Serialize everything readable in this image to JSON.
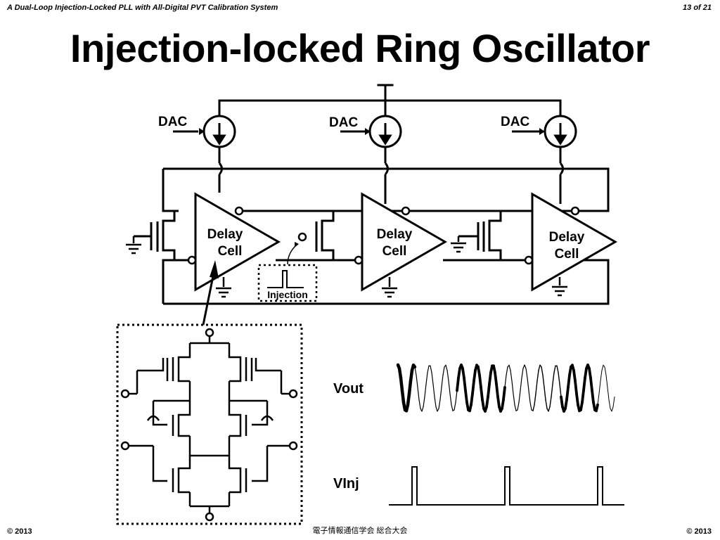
{
  "header": {
    "left": "A Dual-Loop Injection-Locked PLL with All-Digital PVT Calibration System",
    "right": "13 of 21"
  },
  "title": "Injection-locked Ring Oscillator",
  "diagram": {
    "dac_label": "DAC",
    "cell_line1": "Delay",
    "cell_line2": "Cell",
    "injection_label": "Injection",
    "vout_label": "Vout",
    "vinj_label": "VInj"
  },
  "footer": {
    "left": "© 2013",
    "center": "電子情報通信学会 総合大会",
    "right": "© 2013"
  }
}
